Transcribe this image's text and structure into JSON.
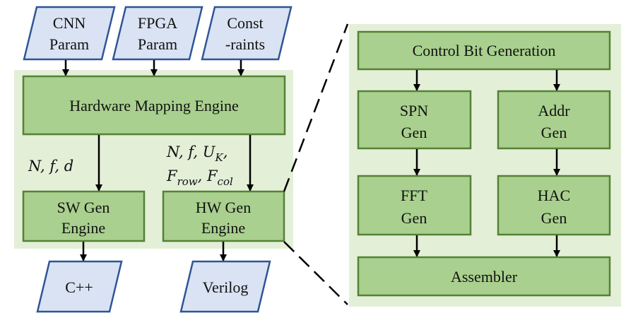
{
  "colors": {
    "panel_fill": "#e4efd8",
    "block_fill": "#a9d08e",
    "block_stroke": "#548235",
    "io_fill": "#dae3f3",
    "io_stroke": "#2f5597",
    "arrow": "#000000"
  },
  "inputs": {
    "cnn": [
      "CNN",
      "Param"
    ],
    "fpga": [
      "FPGA",
      "Param"
    ],
    "constraints": [
      "Const",
      "-raints"
    ]
  },
  "blocks": {
    "hw_mapping": "Hardware Mapping Engine",
    "sw_gen": [
      "SW Gen",
      "Engine"
    ],
    "hw_gen": [
      "HW Gen",
      "Engine"
    ]
  },
  "edge_labels": {
    "to_sw": "N, f, d",
    "to_hw_line1": "N, f, U",
    "to_hw_line1_sub": "K",
    "to_hw_line1_end": ",",
    "to_hw_line2_a": "F",
    "to_hw_line2_a_sub": "row",
    "to_hw_line2_sep": ", F",
    "to_hw_line2_b_sub": "col"
  },
  "outputs": {
    "cpp": "C++",
    "verilog": "Verilog"
  },
  "detail": {
    "control": "Control Bit Generation",
    "spn": [
      "SPN",
      "Gen"
    ],
    "addr": [
      "Addr",
      "Gen"
    ],
    "fft": [
      "FFT",
      "Gen"
    ],
    "hac": [
      "HAC",
      "Gen"
    ],
    "assembler": "Assembler"
  }
}
